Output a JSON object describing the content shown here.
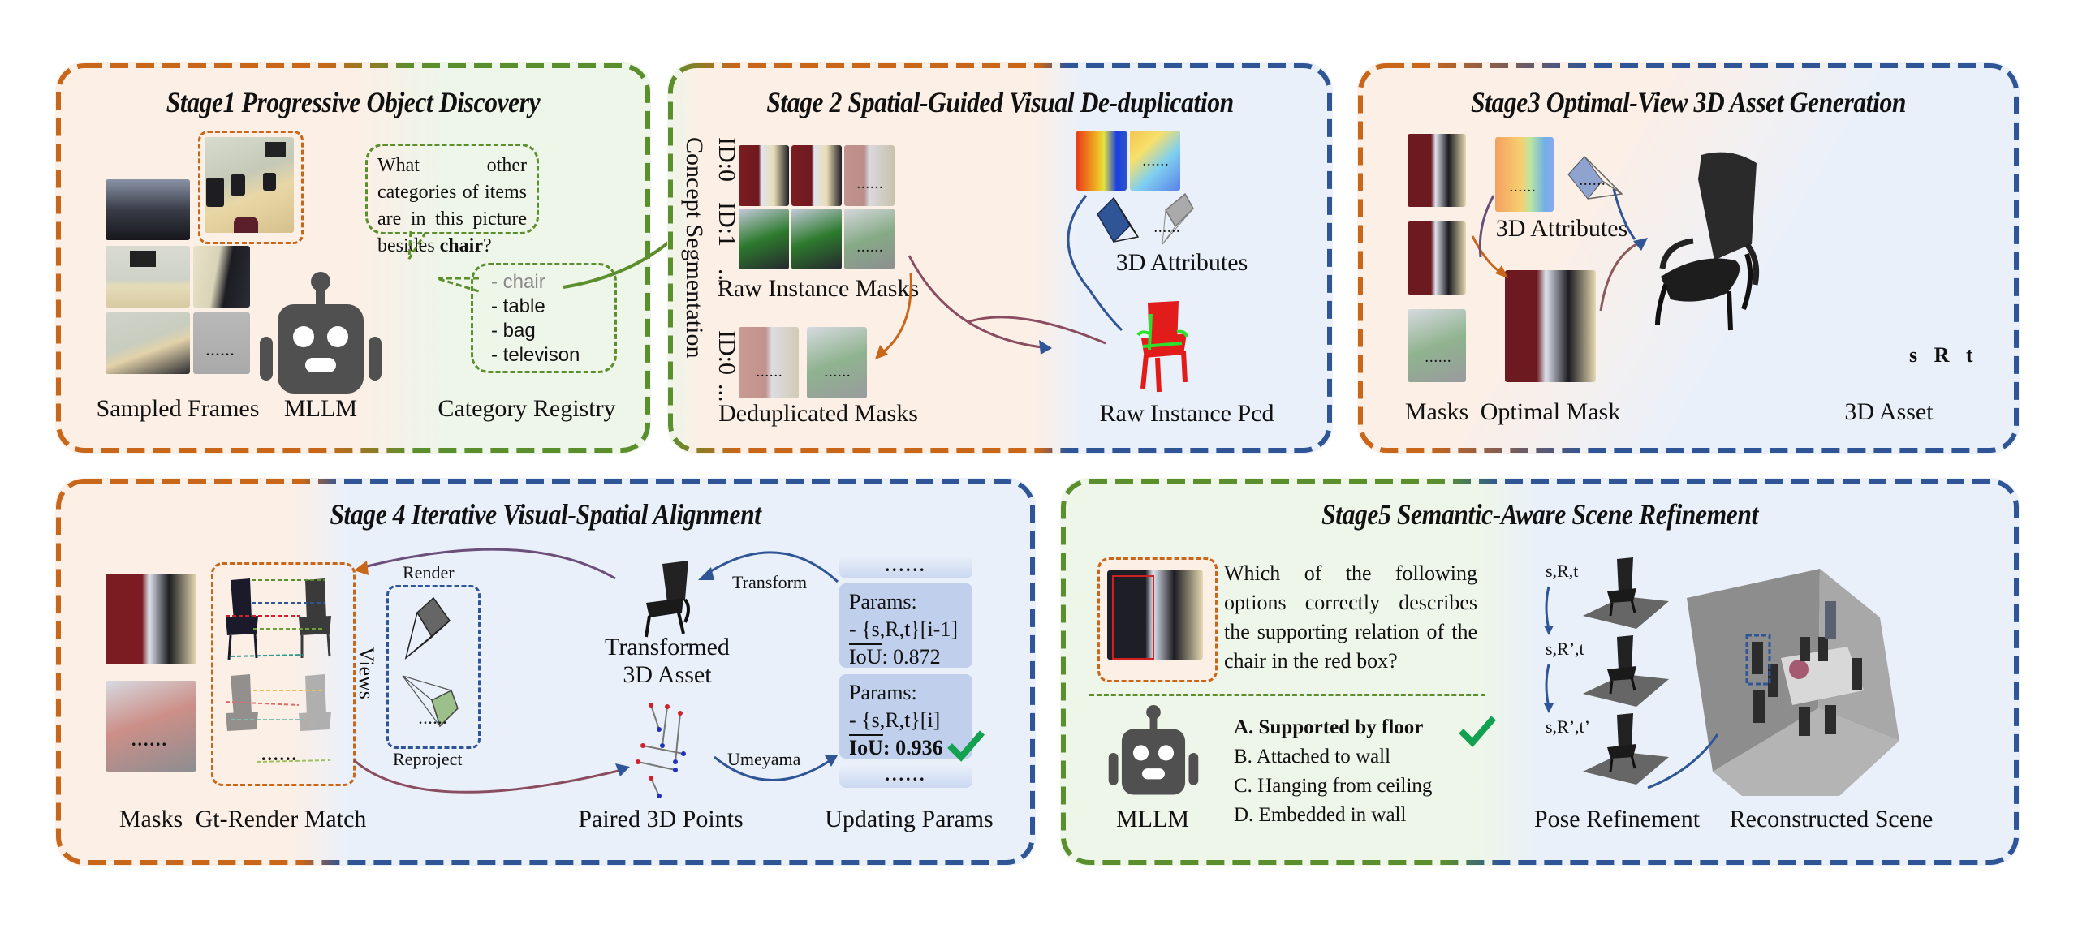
{
  "colors": {
    "orange": "#C8661A",
    "green": "#5B8F2E",
    "blue": "#2F5597",
    "orange_bg": "#FCEFE6",
    "green_bg": "#EEF5E9",
    "blue_bg": "#EAF0FA",
    "check": "#12A150",
    "params_bg": "#BFCFEC",
    "robot": "#505050"
  },
  "stage1": {
    "title": "Stage1 Progressive Object Discovery",
    "question_plain": "What other categories of items are in this picture besides ",
    "question_bold": "chair",
    "question_end": "?",
    "registry": [
      "- chair",
      "- table",
      "- bag",
      "- televison"
    ],
    "frame_dots": "......",
    "captions": [
      "Sampled Frames",
      "MLLM",
      "Category Registry"
    ]
  },
  "stage2": {
    "title": "Stage 2 Spatial-Guided Visual De-duplication",
    "side_label": "Concept Segmentation",
    "id_labels_top": [
      "ID:0",
      "ID:1",
      "..."
    ],
    "id_labels_bottom": [
      "ID:0",
      "..."
    ],
    "dots": "......",
    "captions": [
      "Raw Instance Masks",
      "3D Attributes",
      "Deduplicated Masks",
      "Raw Instance Pcd"
    ]
  },
  "stage3": {
    "title": "Stage3 Optimal-View 3D Asset Generation",
    "pose_labels": [
      "s",
      "R",
      "t"
    ],
    "dots": "......",
    "captions": [
      "3D Attributes",
      "Masks",
      "Optimal Mask",
      "3D Asset"
    ]
  },
  "stage4": {
    "title": "Stage 4 Iterative Visual-Spatial Alignment",
    "views_label": "Views",
    "render_label": "Render",
    "reproject_label": "Reproject",
    "transform_label": "Transform",
    "umeyama_label": "Umeyama",
    "transformed_asset": [
      "Transformed",
      "3D Asset"
    ],
    "dots": "......",
    "params": [
      {
        "label": "Params:",
        "srt": "- {s,R,t}[i-1]",
        "iou_label": "IoU",
        "iou": "0.872",
        "selected": false
      },
      {
        "label": "Params:",
        "srt": "- {s,R,t}[i]",
        "iou_label": "IoU",
        "iou": "0.936",
        "selected": true
      }
    ],
    "captions": [
      "Masks",
      "Gt-Render Match",
      "Paired 3D Points",
      "Updating Params"
    ]
  },
  "stage5": {
    "title": "Stage5 Semantic-Aware Scene Refinement",
    "question": "Which of the following options correctly describes the supporting relation of the chair in the red box?",
    "options": [
      {
        "text": "A. Supported by floor",
        "correct": true
      },
      {
        "text": "B. Attached to wall",
        "correct": false
      },
      {
        "text": "C. Hanging from ceiling",
        "correct": false
      },
      {
        "text": "D. Embedded in wall",
        "correct": false
      }
    ],
    "pose_steps": [
      "s,R,t",
      "s,R’,t",
      "s,R’,t’"
    ],
    "captions": [
      "MLLM",
      "Pose Refinement",
      "Reconstructed Scene"
    ]
  }
}
